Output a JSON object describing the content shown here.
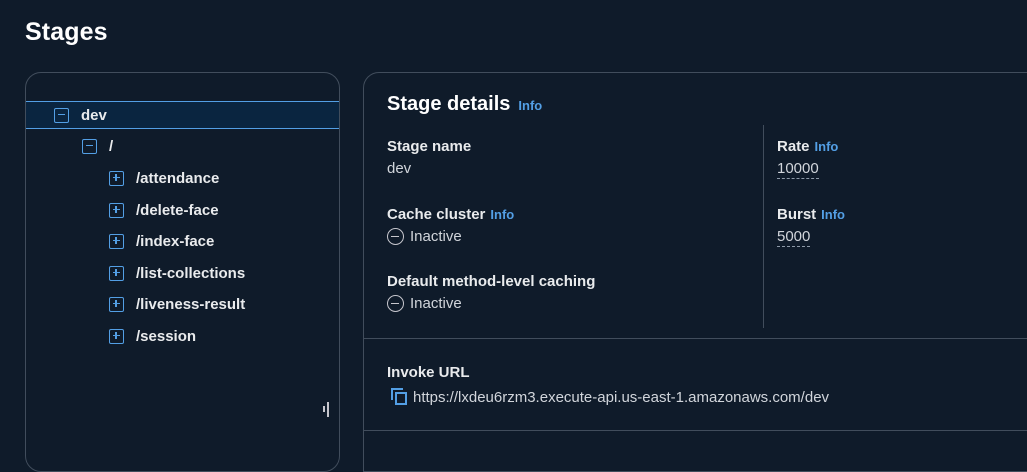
{
  "page": {
    "title": "Stages"
  },
  "tree": {
    "stage": {
      "label": "dev"
    },
    "root": {
      "label": "/"
    },
    "resources": [
      {
        "label": "/attendance"
      },
      {
        "label": "/delete-face"
      },
      {
        "label": "/index-face"
      },
      {
        "label": "/list-collections"
      },
      {
        "label": "/liveness-result"
      },
      {
        "label": "/session"
      }
    ]
  },
  "details": {
    "heading": "Stage details",
    "info_label": "Info",
    "stage_name": {
      "label": "Stage name",
      "value": "dev"
    },
    "cache_cluster": {
      "label": "Cache cluster",
      "value": "Inactive"
    },
    "default_caching": {
      "label": "Default method-level caching",
      "value": "Inactive"
    },
    "rate": {
      "label": "Rate",
      "value": "10000"
    },
    "burst": {
      "label": "Burst",
      "value": "5000"
    },
    "invoke_url": {
      "label": "Invoke URL",
      "value": "https://lxdeu6rzm3.execute-api.us-east-1.amazonaws.com/dev"
    }
  },
  "colors": {
    "background": "#0f1b2a",
    "accent": "#539fe5",
    "border": "#414d5c"
  }
}
